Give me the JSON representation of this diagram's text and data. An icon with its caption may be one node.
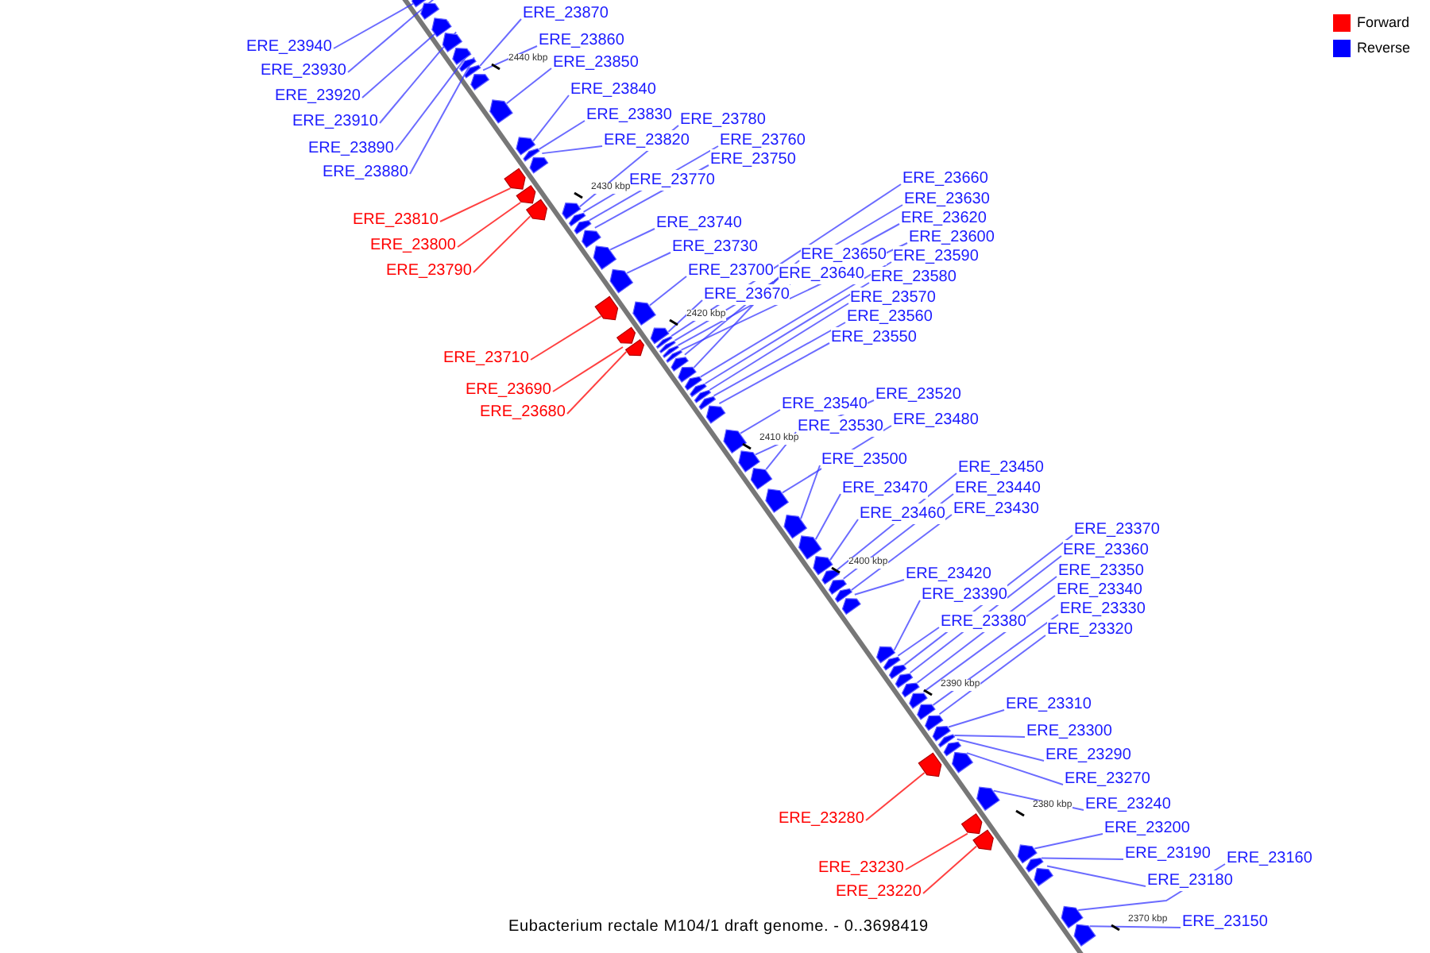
{
  "diagram": {
    "caption": "Eubacterium rectale M104/1 draft genome. - 0..3698419",
    "nodes": [
      {
        "text": [
          "ERE_23940"
        ]
      },
      {
        "text": [
          "ERE_23930"
        ]
      },
      {
        "text": [
          "ERE_23920"
        ]
      },
      {
        "text": [
          "ERE_23910"
        ]
      },
      {
        "text": [
          "ERE_23890"
        ]
      },
      {
        "text": [
          "ERE_23880"
        ]
      },
      {
        "text": [
          "ERE_23870"
        ]
      },
      {
        "text": [
          "ERE_23860"
        ]
      },
      {
        "text": [
          "ERE_23850"
        ]
      },
      {
        "text": [
          "ERE_23840"
        ]
      },
      {
        "text": [
          "ERE_23830"
        ]
      },
      {
        "text": [
          "ERE_23780"
        ]
      },
      {
        "text": [
          "ERE_23820"
        ]
      },
      {
        "text": [
          "ERE_23760"
        ]
      },
      {
        "text": [
          "ERE_23750"
        ]
      },
      {
        "text": [
          "ERE_23770"
        ]
      },
      {
        "text": [
          "ERE_23810"
        ]
      },
      {
        "text": [
          "ERE_23740"
        ]
      },
      {
        "text": [
          "ERE_23800"
        ]
      },
      {
        "text": [
          "ERE_23730"
        ]
      },
      {
        "text": [
          "ERE_23790"
        ]
      },
      {
        "text": [
          "ERE_23700"
        ]
      },
      {
        "text": [
          "ERE_23670"
        ]
      },
      {
        "text": [
          "ERE_23660"
        ]
      },
      {
        "text": [
          "ERE_23630"
        ]
      },
      {
        "text": [
          "ERE_23620"
        ]
      },
      {
        "text": [
          "ERE_23600"
        ]
      },
      {
        "text": [
          "ERE_23650"
        ]
      },
      {
        "text": [
          "ERE_23590"
        ]
      },
      {
        "text": [
          "ERE_23640"
        ]
      },
      {
        "text": [
          "ERE_23580"
        ]
      },
      {
        "text": [
          "ERE_23570"
        ]
      },
      {
        "text": [
          "ERE_23560"
        ]
      },
      {
        "text": [
          "ERE_23550"
        ]
      },
      {
        "text": [
          "ERE_23710"
        ]
      },
      {
        "text": [
          "ERE_23690"
        ]
      },
      {
        "text": [
          "ERE_23680"
        ]
      },
      {
        "text": [
          "ERE_23540"
        ]
      },
      {
        "text": [
          "ERE_23520"
        ]
      },
      {
        "text": [
          "ERE_23530"
        ]
      },
      {
        "text": [
          "ERE_23480"
        ]
      },
      {
        "text": [
          "ERE_23500"
        ]
      },
      {
        "text": [
          "ERE_23470"
        ]
      },
      {
        "text": [
          "ERE_23460"
        ]
      },
      {
        "text": [
          "ERE_23450"
        ]
      },
      {
        "text": [
          "ERE_23440"
        ]
      },
      {
        "text": [
          "ERE_23430"
        ]
      },
      {
        "text": [
          "ERE_23370"
        ]
      },
      {
        "text": [
          "ERE_23360"
        ]
      },
      {
        "text": [
          "ERE_23350"
        ]
      },
      {
        "text": [
          "ERE_23420"
        ]
      },
      {
        "text": [
          "ERE_23340"
        ]
      },
      {
        "text": [
          "ERE_23390"
        ]
      },
      {
        "text": [
          "ERE_23330"
        ]
      },
      {
        "text": [
          "ERE_23380"
        ]
      },
      {
        "text": [
          "ERE_23320"
        ]
      },
      {
        "text": [
          "ERE_23310"
        ]
      },
      {
        "text": [
          "ERE_23300"
        ]
      },
      {
        "text": [
          "ERE_23290"
        ]
      },
      {
        "text": [
          "ERE_23270"
        ]
      },
      {
        "text": [
          "ERE_23240"
        ]
      },
      {
        "text": [
          "ERE_23280"
        ]
      },
      {
        "text": [
          "ERE_23200"
        ]
      },
      {
        "text": [
          "ERE_23190"
        ]
      },
      {
        "text": [
          "ERE_23160"
        ]
      },
      {
        "text": [
          "ERE_23230"
        ]
      },
      {
        "text": [
          "ERE_23180"
        ]
      },
      {
        "text": [
          "ERE_23220"
        ]
      },
      {
        "text": [
          "ERE_23150"
        ]
      },
      {
        "text": [],
        "shape": "bar"
      },
      {
        "text": [],
        "shape": "bar"
      },
      {
        "text": [],
        "shape": "bar"
      },
      {
        "text": [],
        "shape": "bar"
      },
      {
        "text": [],
        "shape": "bar"
      },
      {
        "text": [],
        "shape": "bar"
      },
      {
        "text": [],
        "shape": "bar"
      },
      {
        "text": [],
        "shape": "bar"
      },
      {
        "text": [],
        "shape": "bar"
      },
      {
        "text": [],
        "shape": "bar"
      },
      {
        "text": [],
        "shape": "bar"
      },
      {
        "text": [],
        "shape": "bar"
      },
      {
        "text": [],
        "shape": "bar"
      },
      {
        "text": [],
        "shape": "bar"
      },
      {
        "text": [],
        "shape": "bar"
      },
      {
        "text": [],
        "shape": "bar"
      },
      {
        "text": [],
        "shape": "bar"
      },
      {
        "text": [],
        "shape": "bar"
      },
      {
        "text": [],
        "shape": "bar"
      },
      {
        "text": [],
        "shape": "bar"
      },
      {
        "text": [],
        "shape": "bar"
      },
      {
        "text": [],
        "shape": "bar"
      },
      {
        "text": [],
        "shape": "bar"
      },
      {
        "text": [],
        "shape": "bar"
      },
      {
        "text": [],
        "shape": "bar"
      },
      {
        "text": [],
        "shape": "bar"
      },
      {
        "text": [],
        "shape": "bar"
      },
      {
        "text": [],
        "shape": "bar"
      },
      {
        "text": [],
        "shape": "bar"
      },
      {
        "text": [],
        "shape": "bar"
      },
      {
        "text": [],
        "shape": "bar"
      },
      {
        "text": [],
        "shape": "bar"
      },
      {
        "text": [],
        "shape": "bar"
      },
      {
        "text": [],
        "shape": "bar"
      },
      {
        "text": [],
        "shape": "bar"
      },
      {
        "text": [],
        "shape": "bar"
      },
      {
        "text": [],
        "shape": "bar"
      },
      {
        "text": [],
        "shape": "bar"
      },
      {
        "text": [],
        "shape": "bar"
      },
      {
        "text": [],
        "shape": "bar"
      },
      {
        "text": [],
        "shape": "bar"
      },
      {
        "text": [],
        "shape": "bar"
      },
      {
        "text": [],
        "shape": "bar"
      },
      {
        "text": [],
        "shape": "bar"
      },
      {
        "text": [],
        "shape": "bar"
      },
      {
        "text": [],
        "shape": "bar"
      },
      {
        "text": [],
        "shape": "bar"
      },
      {
        "text": [],
        "shape": "bar"
      },
      {
        "text": [],
        "shape": "bar"
      },
      {
        "text": [],
        "shape": "bar"
      },
      {
        "text": [],
        "shape": "bar"
      },
      {
        "text": [],
        "shape": "bar"
      },
      {
        "text": [],
        "shape": "bar"
      },
      {
        "text": [],
        "shape": "bar"
      },
      {
        "text": [],
        "shape": "bar"
      },
      {
        "text": [],
        "shape": "bar"
      },
      {
        "text": [],
        "shape": "bar"
      },
      {
        "text": [],
        "shape": "bar"
      },
      {
        "text": [],
        "shape": "bar"
      },
      {
        "text": [],
        "shape": "bar"
      },
      {
        "text": [],
        "shape": "bar"
      },
      {
        "text": [],
        "shape": "bar"
      },
      {
        "text": [],
        "shape": "bar"
      },
      {
        "text": [],
        "shape": "bar"
      },
      {
        "text": [],
        "shape": "bar"
      },
      {
        "text": [],
        "shape": "bar"
      },
      {
        "text": [],
        "shape": "bar"
      },
      {
        "text": [],
        "shape": "bar"
      },
      {
        "text": [],
        "shape": "bar"
      }
    ],
    "edges": [
      {
        "from": 0,
        "to": 69,
        "arrow": "none"
      },
      {
        "from": 1,
        "to": 70,
        "arrow": "none"
      },
      {
        "from": 2,
        "to": 71,
        "arrow": "none"
      },
      {
        "from": 3,
        "to": 72,
        "arrow": "none"
      },
      {
        "from": 4,
        "to": 73,
        "arrow": "none"
      },
      {
        "from": 5,
        "to": 74,
        "arrow": "none"
      },
      {
        "from": 6,
        "to": 75,
        "arrow": "none"
      },
      {
        "from": 7,
        "to": 76,
        "arrow": "none"
      },
      {
        "from": 8,
        "to": 77,
        "arrow": "none"
      },
      {
        "from": 9,
        "to": 78,
        "arrow": "none"
      },
      {
        "from": 10,
        "to": 79,
        "arrow": "none"
      },
      {
        "from": 11,
        "to": 84,
        "arrow": "none"
      },
      {
        "from": 12,
        "to": 80,
        "arrow": "none"
      },
      {
        "from": 13,
        "to": 86,
        "arrow": "none"
      },
      {
        "from": 14,
        "to": 87,
        "arrow": "none"
      },
      {
        "from": 15,
        "to": 85,
        "arrow": "none"
      },
      {
        "from": 16,
        "to": 81,
        "arrow": "none",
        "color": "#ff0000"
      },
      {
        "from": 17,
        "to": 88,
        "arrow": "none"
      },
      {
        "from": 18,
        "to": 82,
        "arrow": "none",
        "color": "#ff0000"
      },
      {
        "from": 19,
        "to": 89,
        "arrow": "none"
      },
      {
        "from": 20,
        "to": 83,
        "arrow": "none",
        "color": "#ff0000"
      },
      {
        "from": 21,
        "to": 91,
        "arrow": "none"
      },
      {
        "from": 22,
        "to": 94,
        "arrow": "none"
      },
      {
        "from": 23,
        "to": 95,
        "arrow": "none"
      },
      {
        "from": 24,
        "to": 96,
        "arrow": "none"
      },
      {
        "from": 25,
        "to": 97,
        "arrow": "none"
      },
      {
        "from": 26,
        "to": 98,
        "arrow": "none"
      },
      {
        "from": 27,
        "to": 99,
        "arrow": "none"
      },
      {
        "from": 28,
        "to": 101,
        "arrow": "none"
      },
      {
        "from": 29,
        "to": 100,
        "arrow": "none"
      },
      {
        "from": 30,
        "to": 102,
        "arrow": "none"
      },
      {
        "from": 31,
        "to": 103,
        "arrow": "none"
      },
      {
        "from": 32,
        "to": 104,
        "arrow": "none"
      },
      {
        "from": 33,
        "to": 105,
        "arrow": "none"
      },
      {
        "from": 34,
        "to": 90,
        "arrow": "none",
        "color": "#ff0000"
      },
      {
        "from": 35,
        "to": 92,
        "arrow": "none",
        "color": "#ff0000"
      },
      {
        "from": 36,
        "to": 93,
        "arrow": "none",
        "color": "#ff0000"
      },
      {
        "from": 37,
        "to": 106,
        "arrow": "none"
      },
      {
        "from": 38,
        "to": 107,
        "arrow": "none"
      },
      {
        "from": 39,
        "to": 108,
        "arrow": "none"
      },
      {
        "from": 40,
        "to": 109,
        "arrow": "none"
      },
      {
        "from": 41,
        "to": 110,
        "arrow": "none"
      },
      {
        "from": 42,
        "to": 111,
        "arrow": "none"
      },
      {
        "from": 43,
        "to": 112,
        "arrow": "none"
      },
      {
        "from": 44,
        "to": 113,
        "arrow": "none"
      },
      {
        "from": 45,
        "to": 114,
        "arrow": "none"
      },
      {
        "from": 46,
        "to": 115,
        "arrow": "none"
      },
      {
        "from": 47,
        "to": 119,
        "arrow": "none"
      },
      {
        "from": 48,
        "to": 120,
        "arrow": "none"
      },
      {
        "from": 49,
        "to": 121,
        "arrow": "none"
      },
      {
        "from": 50,
        "to": 116,
        "arrow": "none"
      },
      {
        "from": 51,
        "to": 122,
        "arrow": "none"
      },
      {
        "from": 52,
        "to": 117,
        "arrow": "none"
      },
      {
        "from": 53,
        "to": 123,
        "arrow": "none"
      },
      {
        "from": 54,
        "to": 118,
        "arrow": "none"
      },
      {
        "from": 55,
        "to": 124,
        "arrow": "none"
      },
      {
        "from": 56,
        "to": 125,
        "arrow": "none"
      },
      {
        "from": 57,
        "to": 126,
        "arrow": "none"
      },
      {
        "from": 58,
        "to": 127,
        "arrow": "none"
      },
      {
        "from": 59,
        "to": 129,
        "arrow": "none"
      },
      {
        "from": 60,
        "to": 130,
        "arrow": "none"
      },
      {
        "from": 61,
        "to": 128,
        "arrow": "none",
        "color": "#ff0000"
      },
      {
        "from": 62,
        "to": 133,
        "arrow": "none"
      },
      {
        "from": 63,
        "to": 134,
        "arrow": "none"
      },
      {
        "from": 64,
        "to": 136,
        "arrow": "none"
      },
      {
        "from": 65,
        "to": 131,
        "arrow": "none",
        "color": "#ff0000"
      },
      {
        "from": 66,
        "to": 135,
        "arrow": "none"
      },
      {
        "from": 67,
        "to": 132,
        "arrow": "none",
        "color": "#ff0000"
      },
      {
        "from": 68,
        "to": 137,
        "arrow": "none"
      }
    ],
    "labels": [
      "2440 kbp",
      "2430 kbp",
      "2420 kbp",
      "2410 kbp",
      "2400 kbp",
      "2390 kbp",
      "2380 kbp",
      "2370 kbp"
    ],
    "legend": [
      {
        "text": "Forward",
        "color": "#ff0000"
      },
      {
        "text": "Reverse",
        "color": "#0000ff"
      }
    ]
  }
}
